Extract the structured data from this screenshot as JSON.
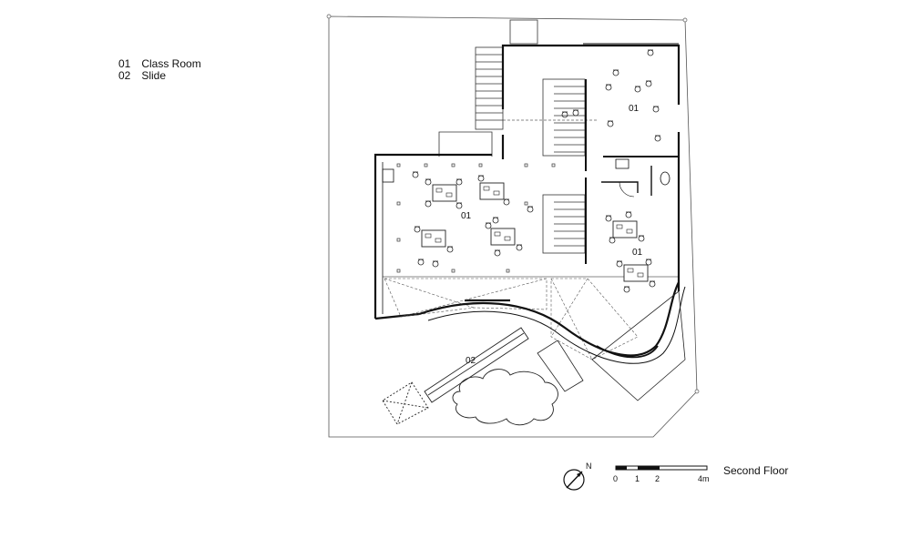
{
  "legend": {
    "items": [
      {
        "num": "01",
        "text": "Class Room"
      },
      {
        "num": "02",
        "text": "Slide"
      }
    ]
  },
  "plan": {
    "room_labels": [
      "01",
      "01",
      "01",
      "02"
    ]
  },
  "north": {
    "label": "N"
  },
  "scale_bar": {
    "ticks": [
      "0",
      "1",
      "2",
      "4m"
    ]
  },
  "floor_title": "Second Floor"
}
